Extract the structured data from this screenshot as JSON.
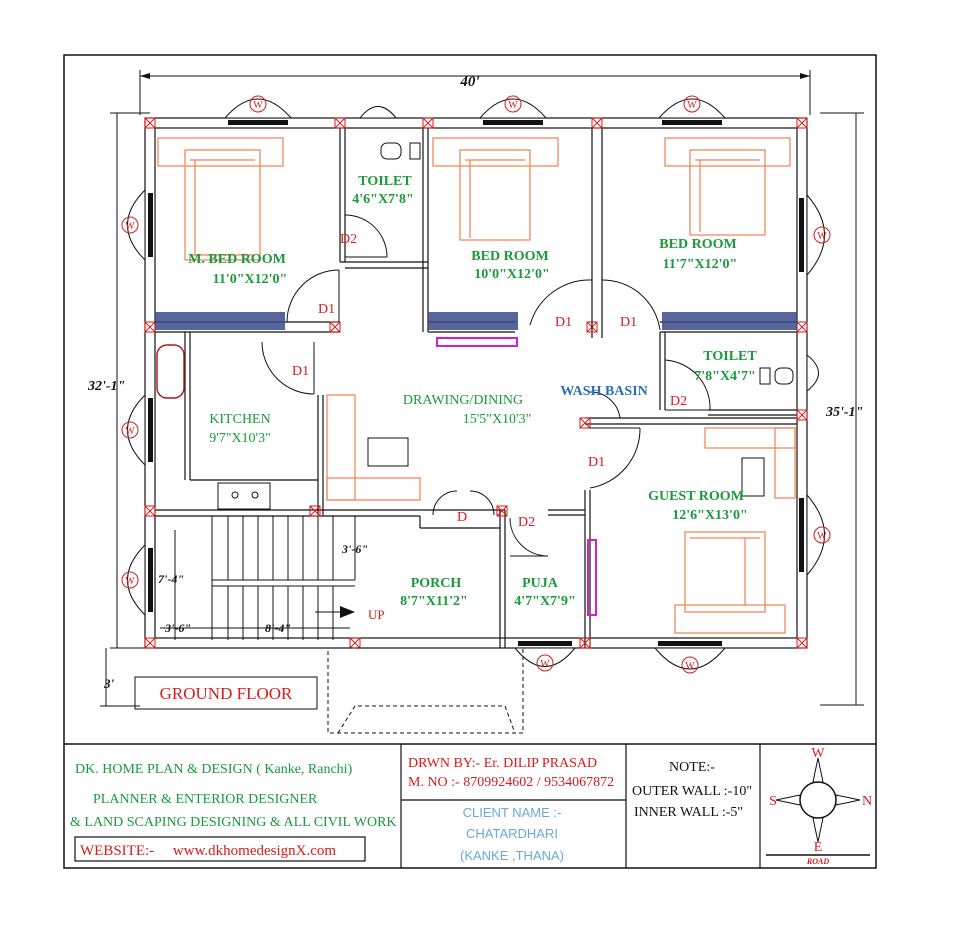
{
  "plan": {
    "title": "GROUND FLOOR",
    "overall_width": "40'",
    "left_depth": "32'-1\"",
    "right_depth": "35'-1\"",
    "porch_depth": "3'",
    "stair_dims": {
      "a": "3'-6\"",
      "b": "7'-4\"",
      "c": "3'-6\"",
      "d": "8'-4\"",
      "up": "UP"
    }
  },
  "rooms": {
    "m_bed": {
      "name": "M. BED ROOM",
      "size": "11'0\"X12'0\""
    },
    "toilet1": {
      "name": "TOILET",
      "size": "4'6\"X7'8\""
    },
    "bed2": {
      "name": "BED ROOM",
      "size": "10'0\"X12'0\""
    },
    "bed3": {
      "name": "BED ROOM",
      "size": "11'7\"X12'0\""
    },
    "toilet2": {
      "name": "TOILET",
      "size": "7'8\"X4'7\""
    },
    "kitchen": {
      "name": "KITCHEN",
      "size": "9'7\"X10'3\""
    },
    "drawing": {
      "name": "DRAWING/DINING",
      "size": "15'5\"X10'3\""
    },
    "wash": {
      "name": "WASH BASIN"
    },
    "guest": {
      "name": "GUEST ROOM",
      "size": "12'6\"X13'0\""
    },
    "porch": {
      "name": "PORCH",
      "size": "8'7\"X11'2\""
    },
    "puja": {
      "name": "PUJA",
      "size": "4'7\"X7'9\""
    }
  },
  "doors": {
    "d1": "D1",
    "d2": "D2",
    "d": "D",
    "w": "W"
  },
  "footer": {
    "company": "DK. HOME PLAN & DESIGN  ( Kanke, Ranchi)",
    "line2": "PLANNER & ENTERIOR DESIGNER",
    "line3": "& LAND SCAPING DESIGNING & ALL CIVIL WORK",
    "website": "WEBSITE:-     www.dkhomedesignX.com",
    "drawn_by": "DRWN BY:-  Er. DILIP PRASAD",
    "mobile": "M. NO :- 8709924602 / 9534067872",
    "client_label": "CLIENT NAME :-",
    "client_name": "CHATARDHARI",
    "client_place": "(KANKE ,THANA)",
    "note_label": "NOTE:-",
    "outer_wall": "OUTER WALL :-10\"",
    "inner_wall": "INNER WALL :-5\""
  },
  "compass": {
    "n": "N",
    "s": "S",
    "e": "E",
    "w": "W",
    "road": "ROAD"
  },
  "colors": {
    "room_label": "#1a9a3a",
    "door_label": "#d81b1b",
    "furniture": "#f08050",
    "wash_label": "#2a6fb0",
    "window_fill": "#3a4a8a"
  }
}
